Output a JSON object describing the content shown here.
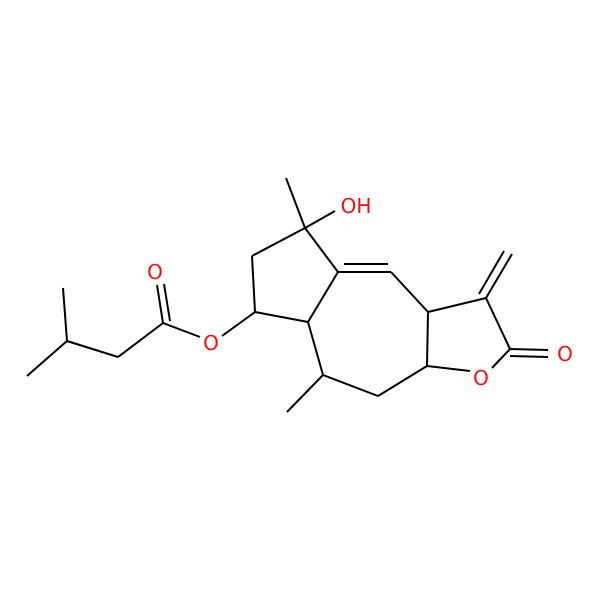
{
  "labels": {
    "hydroxyl": "OH",
    "carbonyl_oxygen_ester": "O",
    "ester_oxygen": "O",
    "lactone_ring_oxygen": "O",
    "lactone_carbonyl_oxygen": "O"
  },
  "colors": {
    "bond": "#000000",
    "oxygen": "#ff0d0d",
    "background": "#ffffff"
  }
}
